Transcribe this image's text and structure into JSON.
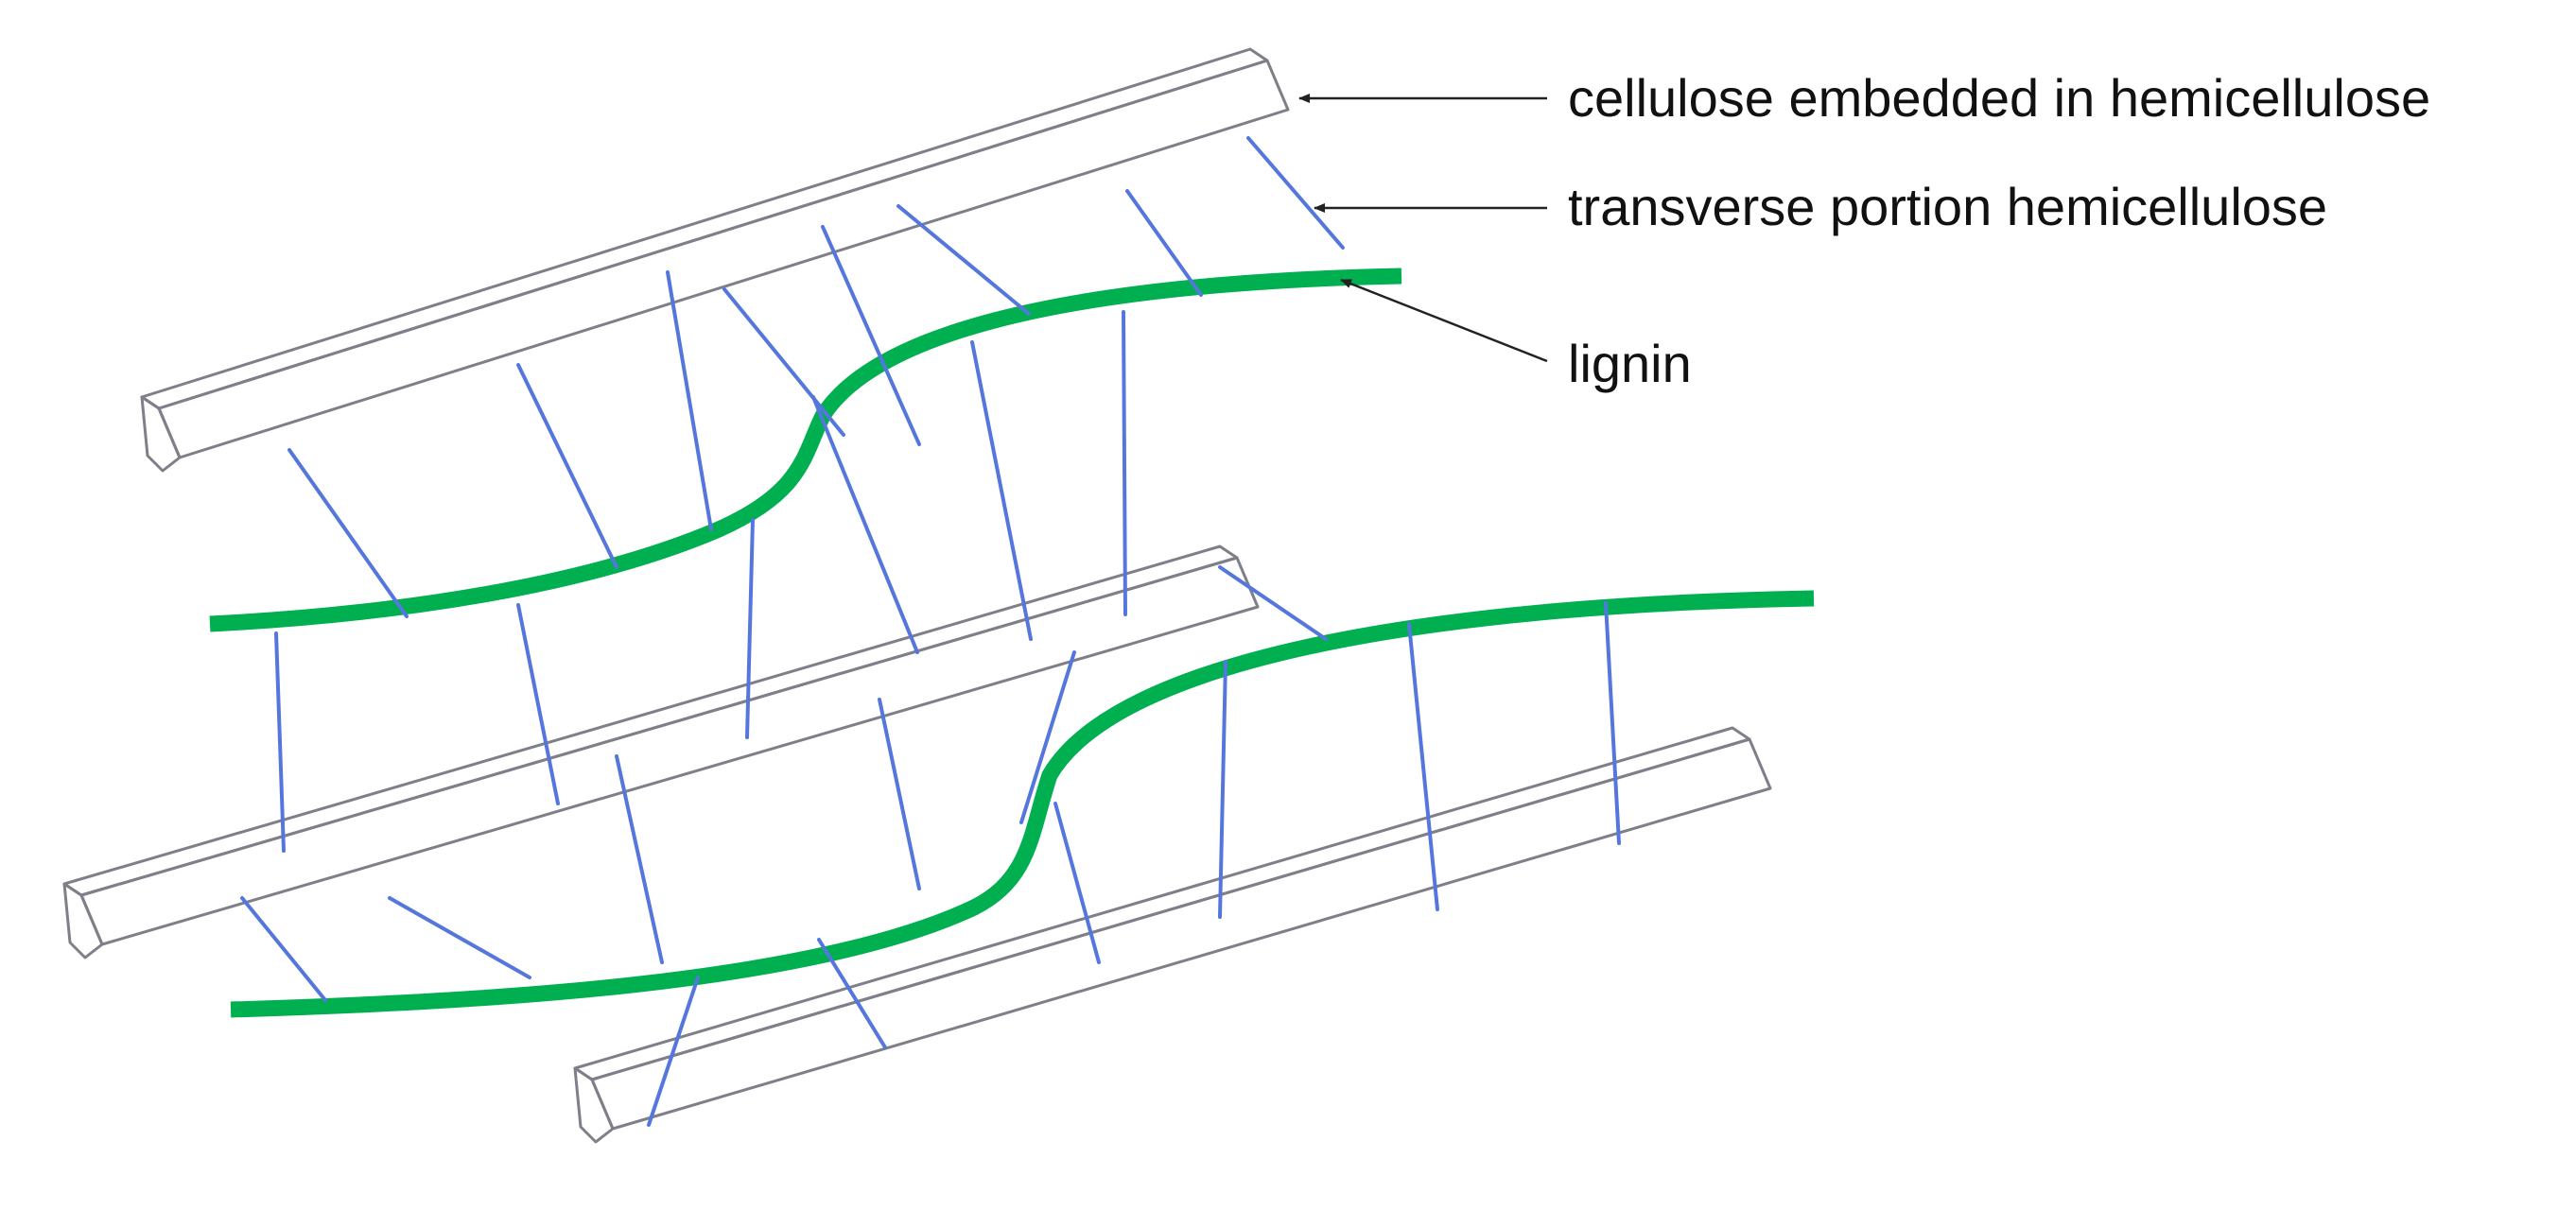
{
  "labels": {
    "cellulose": "cellulose embedded in hemicellulose",
    "transverse": "transverse portion hemicellulose",
    "lignin": "lignin"
  },
  "colors": {
    "cellulose_fill": "#ed1c24",
    "cellulose_grid": "#6f7fe8",
    "cellulose_side": "#d9171f",
    "hemicellulose": "#5577dd",
    "lignin": "#00b050",
    "edge": "#7f7f8a",
    "pointer": "#222222"
  },
  "components": [
    "cellulose-fiber",
    "hemicellulose-link",
    "lignin-strand"
  ]
}
